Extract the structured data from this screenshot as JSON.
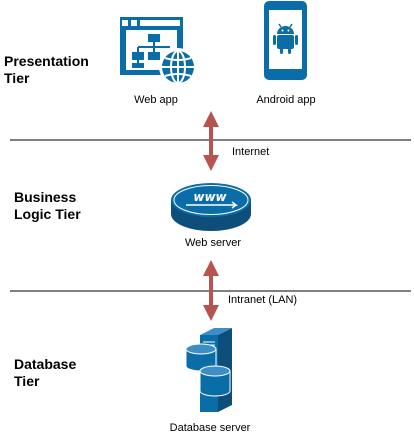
{
  "tiers": {
    "presentation": {
      "line1": "Presentation",
      "line2": "Tier"
    },
    "business": {
      "line1": "Business",
      "line2": "Logic Tier"
    },
    "database": {
      "line1": "Database",
      "line2": "Tier"
    }
  },
  "nodes": {
    "web_app": {
      "label": "Web app"
    },
    "android_app": {
      "label": "Android app"
    },
    "web_server": {
      "label": "Web server",
      "badge": "www"
    },
    "database_server": {
      "label": "Database server"
    }
  },
  "links": {
    "internet": {
      "label": "Internet"
    },
    "intranet": {
      "label": "Intranet (LAN)"
    }
  },
  "colors": {
    "icon_blue": "#0a6da8",
    "icon_dark": "#0d4f7a",
    "arrow": "#b85450",
    "divider": "#000000"
  }
}
